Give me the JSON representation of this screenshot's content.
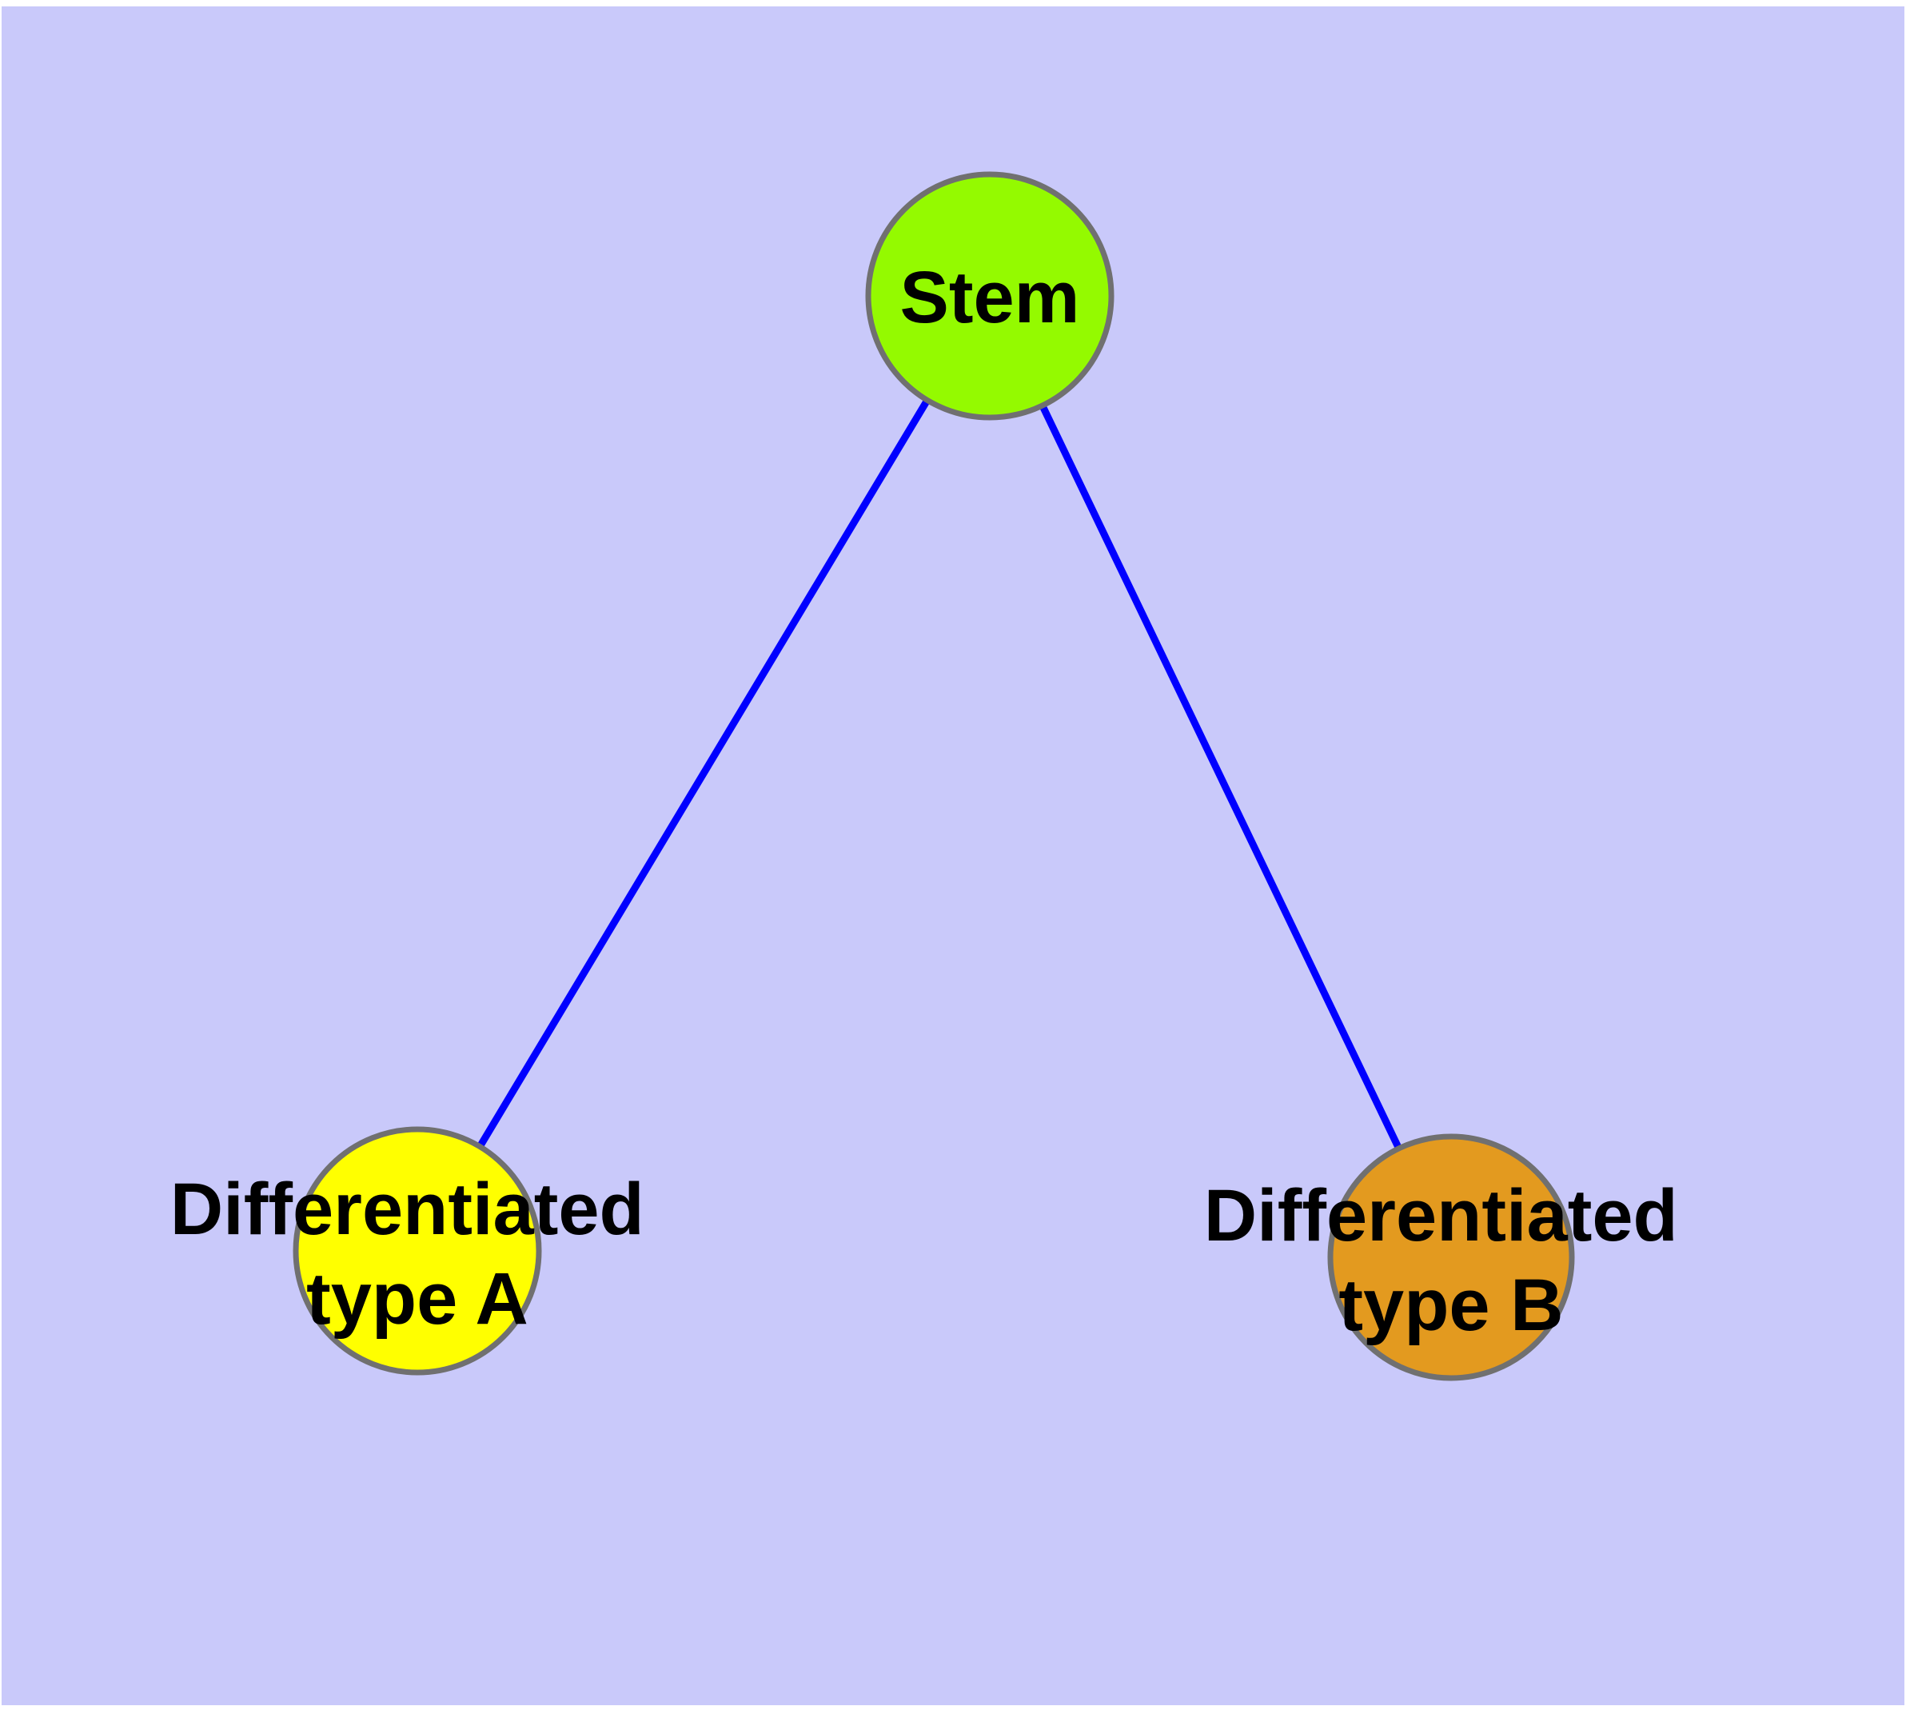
{
  "diagram": {
    "type": "graph",
    "description": "Stem cell differentiation graph with one parent node and two differentiated child nodes",
    "colors": {
      "page_margin": "#FFFFFF",
      "background": "#C9C9FA",
      "edge": "#0000FF",
      "node_border": "#707070",
      "label": "#000000"
    },
    "nodes": {
      "stem": {
        "label": "Stem",
        "fill": "#94FA00"
      },
      "type_a": {
        "label_line1": "Differentiated",
        "label_line2": "type A",
        "fill": "#FFFF00"
      },
      "type_b": {
        "label_line1": "Differentiated",
        "label_line2": "type B",
        "fill": "#E39A1F"
      }
    },
    "edges": [
      {
        "from": "Stem",
        "to": "Differentiated type A"
      },
      {
        "from": "Stem",
        "to": "Differentiated type B"
      }
    ]
  }
}
